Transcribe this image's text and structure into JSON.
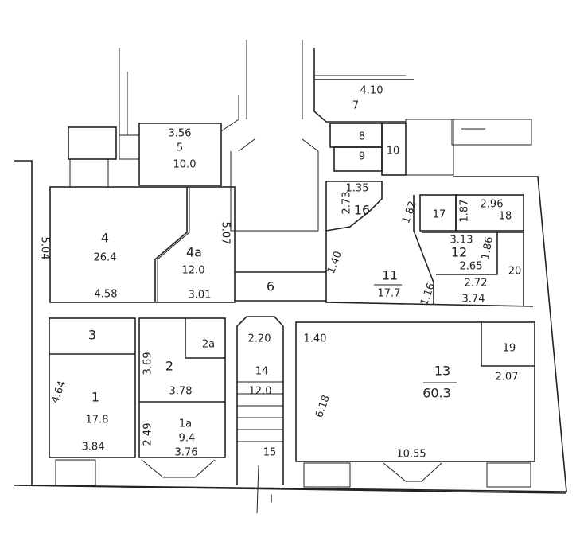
{
  "plan": {
    "entrance_marker": "I",
    "rooms": {
      "r1": {
        "number": "1",
        "area": "17.8",
        "dims": [
          "4.64",
          "3.84"
        ]
      },
      "r1a": {
        "number": "1a",
        "area": "9.4",
        "dims": [
          "2.49",
          "3.76"
        ]
      },
      "r2": {
        "number": "2",
        "dims": [
          "3.69",
          "3.78"
        ]
      },
      "r2a": {
        "number": "2a"
      },
      "r3": {
        "number": "3"
      },
      "r4": {
        "number": "4",
        "area": "26.4",
        "dims": [
          "5.04",
          "4.58"
        ]
      },
      "r4a": {
        "number": "4a",
        "area": "12.0",
        "dims": [
          "5.07",
          "3.01"
        ]
      },
      "r5": {
        "number": "5",
        "area": "10.0",
        "dims": [
          "3.56"
        ]
      },
      "r6": {
        "number": "6"
      },
      "r7": {
        "number": "7",
        "dims": [
          "4.10"
        ]
      },
      "r8": {
        "number": "8"
      },
      "r9": {
        "number": "9"
      },
      "r10": {
        "number": "10"
      },
      "r11": {
        "number": "11",
        "area": "17.7",
        "dims": [
          "1.40",
          "1.16"
        ]
      },
      "r12": {
        "number": "12",
        "dims": [
          "3.13",
          "2.65",
          "1.86"
        ]
      },
      "r13": {
        "number": "13",
        "area": "60.3",
        "dims": [
          "1.40",
          "6.18",
          "10.55"
        ]
      },
      "r14": {
        "number": "14",
        "area": "12.0",
        "dims": [
          "2.20"
        ]
      },
      "r15": {
        "number": "15"
      },
      "r16": {
        "number": "16",
        "dims": [
          "1.35",
          "2.73"
        ]
      },
      "r17": {
        "number": "17",
        "dims": [
          "1.82"
        ]
      },
      "r18": {
        "number": "18",
        "dims": [
          "1.87",
          "2.96"
        ]
      },
      "r19": {
        "number": "19",
        "dims": [
          "2.07"
        ]
      },
      "r20": {
        "number": "20",
        "dims": [
          "2.72",
          "3.74"
        ]
      }
    }
  }
}
